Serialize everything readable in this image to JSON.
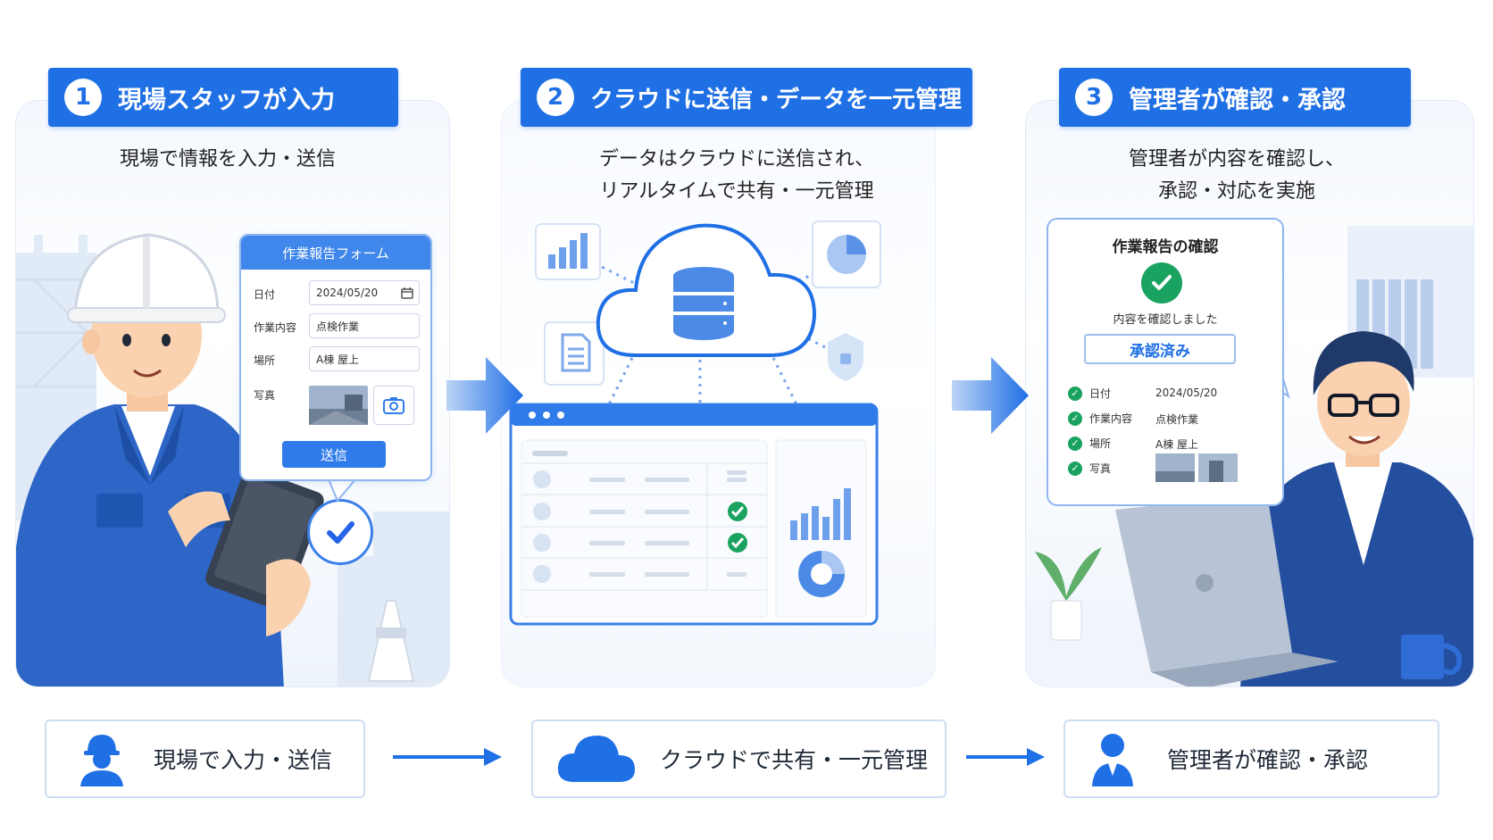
{
  "steps": [
    {
      "number": "1",
      "title": "現場スタッフが入力"
    },
    {
      "number": "2",
      "title": "クラウドに送信・データを一元管理"
    },
    {
      "number": "3",
      "title": "管理者が確認・承認"
    }
  ],
  "captions": {
    "step1": "現場で情報を入力・送信",
    "step2_line1": "データはクラウドに送信され、",
    "step2_line2": "リアルタイムで共有・一元管理",
    "step3_line1": "管理者が内容を確認し、",
    "step3_line2": "承認・対応を実施"
  },
  "form": {
    "title": "作業報告フォーム",
    "date_label": "日付",
    "date_value": "2024/05/20",
    "work_label": "作業内容",
    "work_value": "点検作業",
    "place_label": "場所",
    "place_value": "A棟 屋上",
    "photo_label": "写真",
    "submit_label": "送信"
  },
  "review": {
    "title": "作業報告の確認",
    "confirmed_text": "内容を確認しました",
    "approved_label": "承認済み",
    "date_label": "日付",
    "date_value": "2024/05/20",
    "work_label": "作業内容",
    "work_value": "点検作業",
    "place_label": "場所",
    "place_value": "A棟 屋上",
    "photo_label": "写真"
  },
  "summary": [
    {
      "label": "現場で入力・送信",
      "icon": "worker-icon"
    },
    {
      "label": "クラウドで共有・一元管理",
      "icon": "cloud-icon"
    },
    {
      "label": "管理者が確認・承認",
      "icon": "manager-icon"
    }
  ],
  "colors": {
    "primary": "#1f6fe5",
    "light_blue": "#8fb6ee",
    "success": "#1aa260"
  }
}
